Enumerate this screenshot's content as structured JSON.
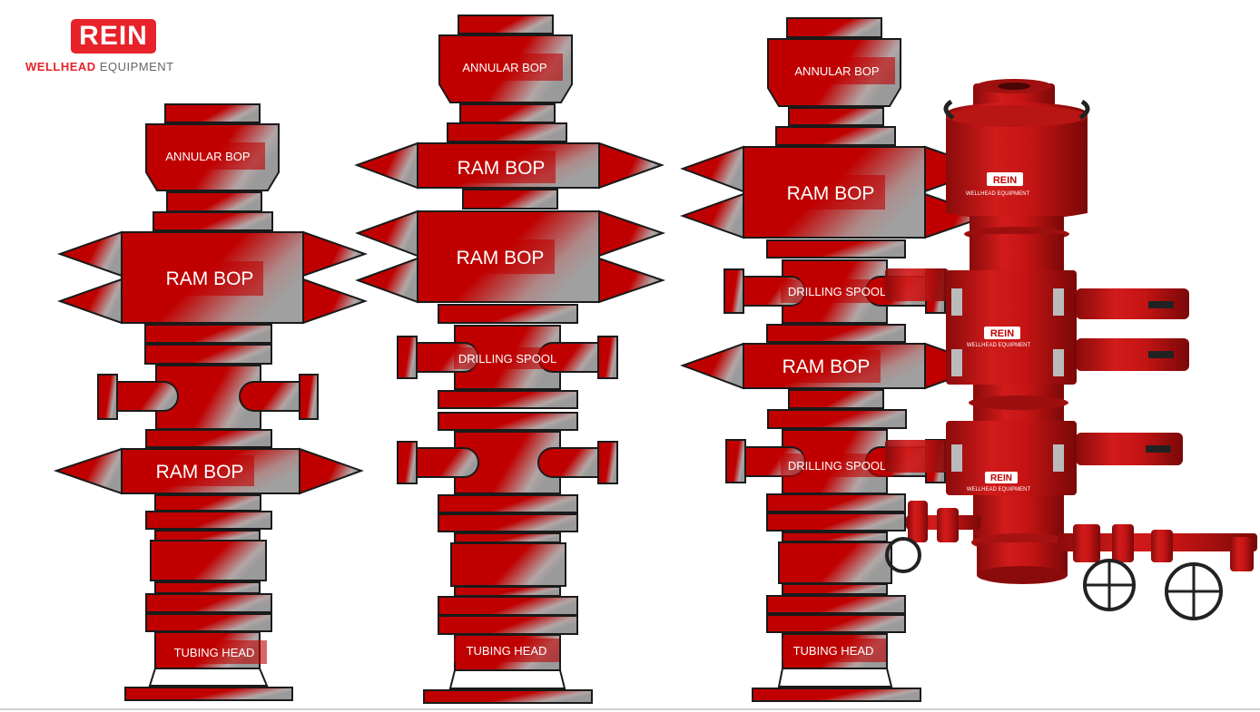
{
  "logo": {
    "brand": "REIN",
    "word1": "WELLHEAD",
    "word2": "EQUIPMENT"
  },
  "labels": {
    "annular": "ANNULAR BOP",
    "ram": "RAM BOP",
    "drilling_spool": "DRILLING SPOOL",
    "tubing_head": "TUBING HEAD"
  },
  "photo": {
    "badge": "REIN",
    "badge_sub": "WELLHEAD EQUIPMENT"
  },
  "colors": {
    "red": "#c00000",
    "grey": "#a6a6a6",
    "outline": "#1a1a1a",
    "brand_red": "#e8222a"
  }
}
